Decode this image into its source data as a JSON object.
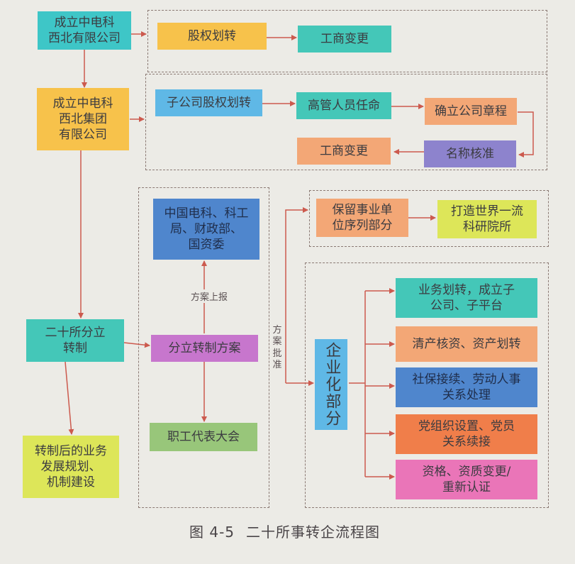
{
  "nodes": {
    "establish_northwest_co": "成立中电科\n西北有限公司",
    "equity_transfer": "股权划转",
    "business_change_1": "工商变更",
    "establish_group": "成立中电科\n西北集团\n有限公司",
    "subsidiary_equity_transfer": "子公司股权划转",
    "exec_appointment": "高管人员任命",
    "company_charter": "确立公司章程",
    "name_approval": "名称核准",
    "business_change_2": "工商变更",
    "institute_split": "二十所分立\n转制",
    "post_reform_plan": "转制后的业务\n发展规划、\n机制建设",
    "authorities": "中国电科、科工\n局、财政部、\n国资委",
    "split_plan": "分立转制方案",
    "staff_congress": "职工代表大会",
    "retain_public_inst": "保留事业单\n位序列部分",
    "world_class_institute": "打造世界一流\n科研院所",
    "enterprise_part": "企业化部分",
    "business_transfer": "业务划转，成立子\n公司、子平台",
    "asset_audit": "清产核资、资产划转",
    "social_security": "社保接续、劳动人事\n关系处理",
    "party_org": "党组织设置、党员\n关系续接",
    "qualification": "资格、资质变更/\n重新认证"
  },
  "labels": {
    "plan_submit": "方案上报",
    "plan_approve": "方案批准"
  },
  "caption": {
    "number": "图 4-5",
    "title": "二十所事转企流程图"
  },
  "colors": {
    "arrow": "#cc5a4e",
    "dashed_border": "#8b7a74",
    "background": "#ecebe6"
  }
}
